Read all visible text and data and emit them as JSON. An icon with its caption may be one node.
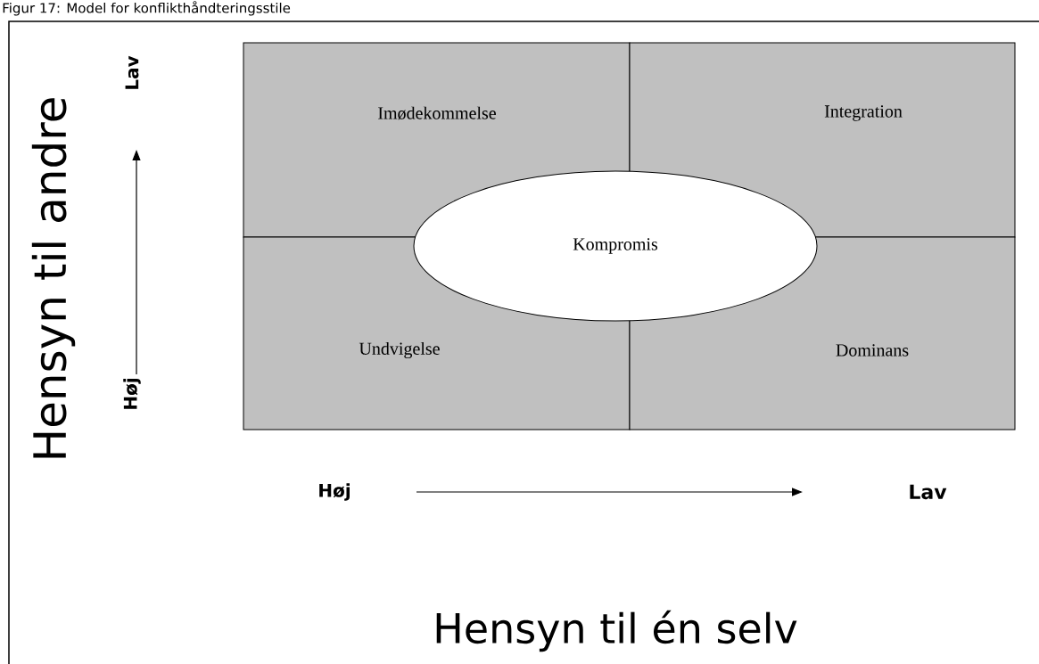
{
  "diagram": {
    "title": "Figur 17: Model for konflikthåndteringsstile",
    "nodes": [
      {
        "text": [
          "Imødekommelse"
        ]
      },
      {
        "text": [
          "Integration"
        ]
      },
      {
        "text": [
          "Undvigelse"
        ]
      },
      {
        "text": [
          "Dominans"
        ]
      },
      {
        "text": [
          "Kompromis"
        ]
      }
    ],
    "edges": [],
    "labels": [
      "Hensyn til andre",
      "Lav",
      "Høj",
      "Høj",
      "Lav",
      "Hensyn til én selv"
    ]
  }
}
